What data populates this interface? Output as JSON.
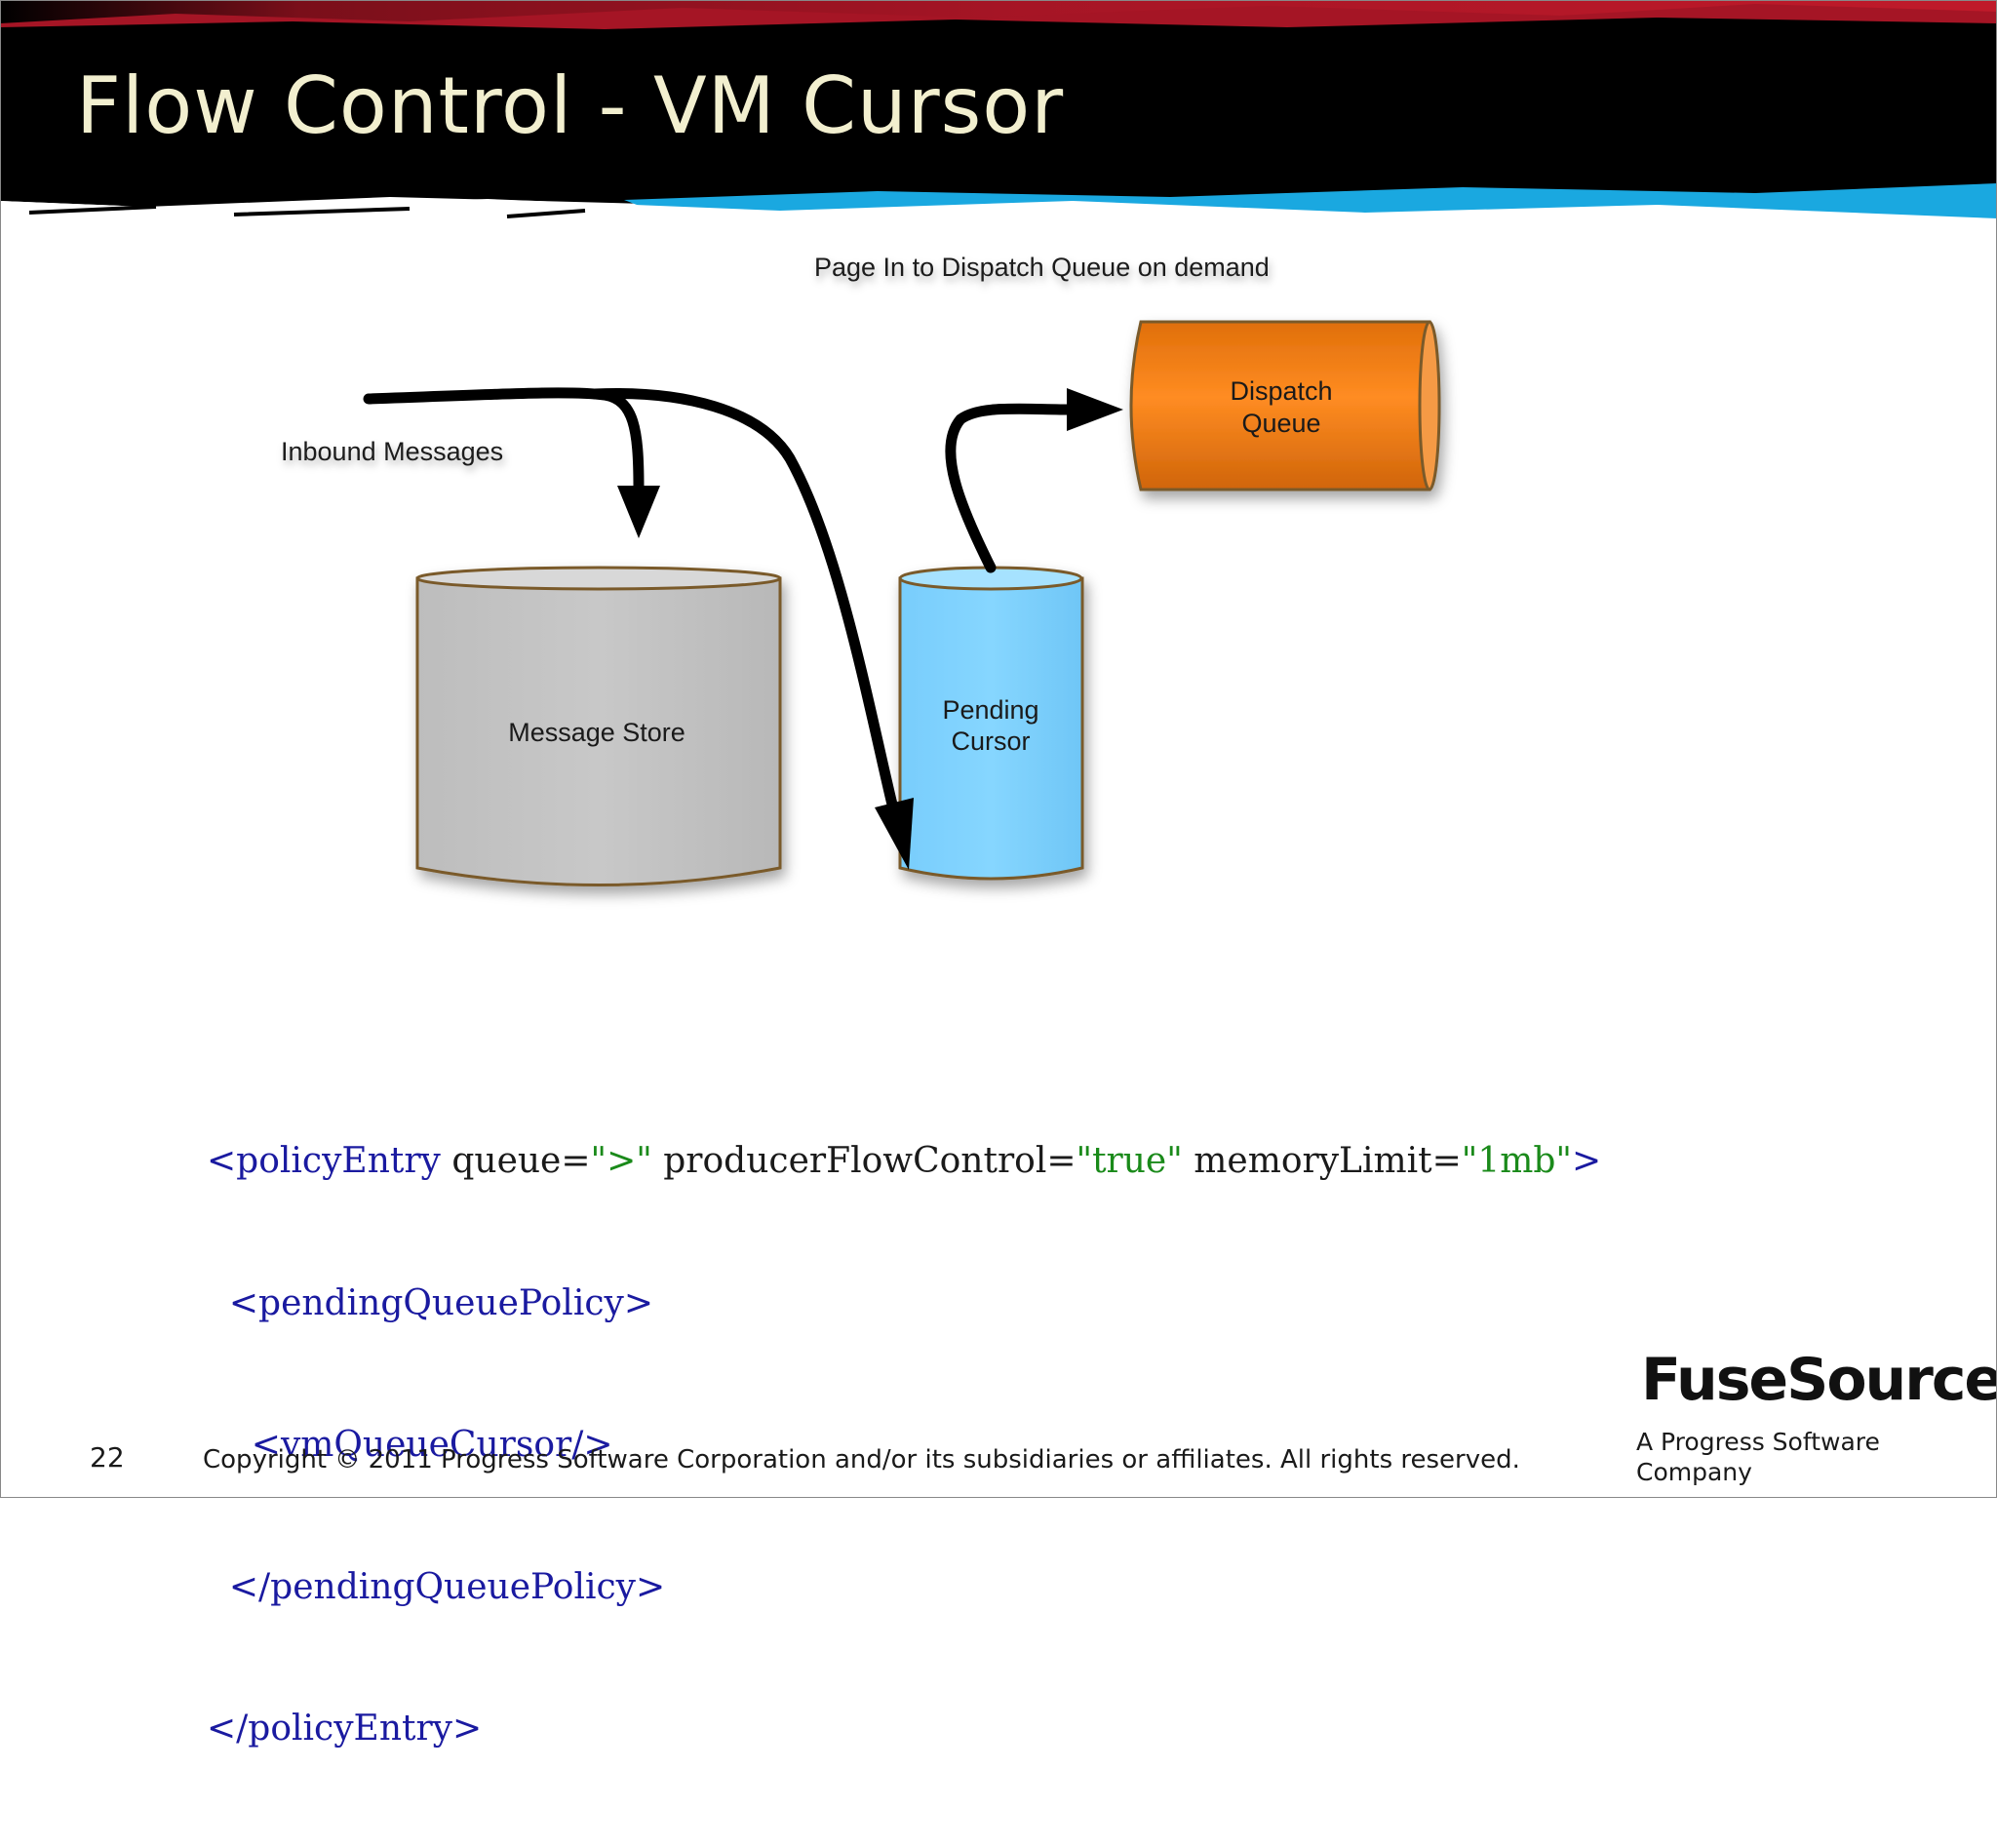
{
  "slide": {
    "title": "Flow Control - VM Cursor",
    "page_number": "22",
    "copyright": "Copyright © 2011  Progress Software Corporation and/or its subsidiaries or affiliates. All rights reserved.",
    "logo": "FuseSource",
    "tagline": "A Progress Software Company"
  },
  "diagram": {
    "page_in_label": "Page In to Dispatch Queue on demand",
    "inbound_label": "Inbound Messages",
    "message_store_label": "Message Store",
    "pending_cursor_line1": "Pending",
    "pending_cursor_line2": "Cursor",
    "dispatch_queue_line1": "Dispatch",
    "dispatch_queue_line2": "Queue",
    "colors": {
      "message_store": "#c4c4c4",
      "pending_cursor": "#7fd0ff",
      "dispatch_queue": "#f07f14",
      "outline": "#7a5a2a"
    }
  },
  "code": {
    "l1_open": "<policyEntry",
    "l1_attr1": " queue=",
    "l1_val1": "\">\"",
    "l1_attr2": " producerFlowControl=",
    "l1_val2": "\"true\"",
    "l1_attr3": " memoryLimit=",
    "l1_val3": "\"1mb\"",
    "l1_close": ">",
    "l2": "<pendingQueuePolicy>",
    "l3": "<vmQueueCursor/>",
    "l4": "</pendingQueuePolicy>",
    "l5": "</policyEntry>"
  }
}
